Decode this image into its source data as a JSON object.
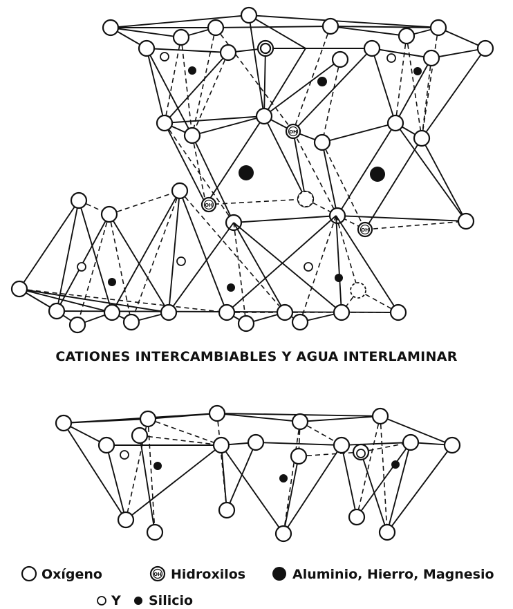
{
  "caption": "CATIONES INTERCAMBIABLES Y AGUA INTERLAMINAR",
  "legend": {
    "oxygen": "Oxígeno",
    "hydroxyl": "Hidroxilos",
    "hydroxyl_symbol": "OH",
    "metal": "Aluminio, Hierro, Magnesio",
    "and": "Y",
    "silicon": "Silicio"
  }
}
